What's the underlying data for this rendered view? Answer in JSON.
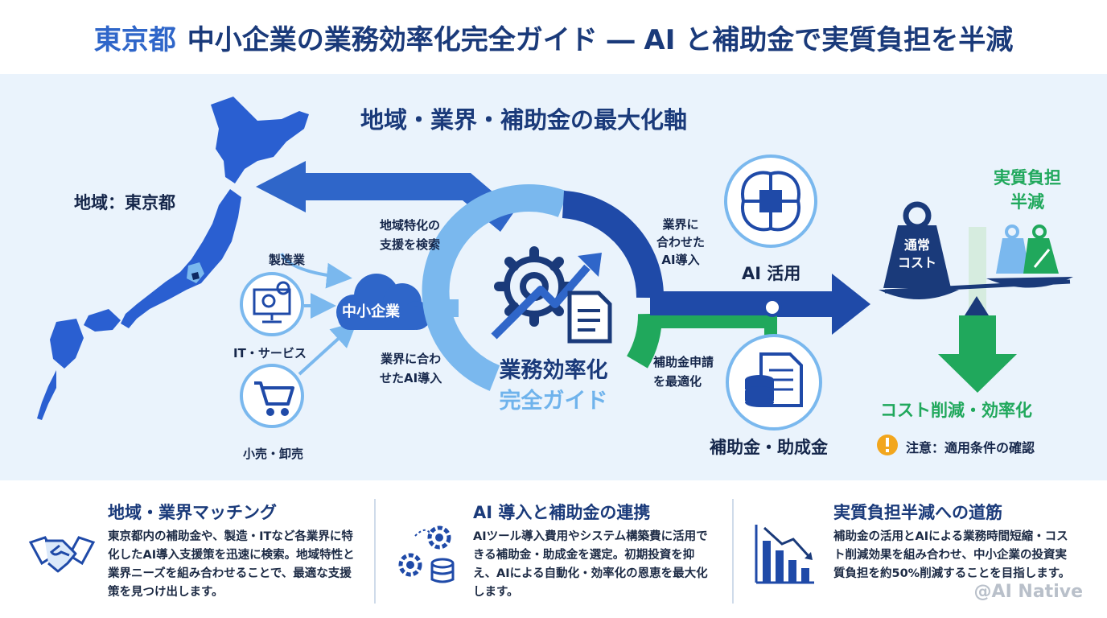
{
  "title": {
    "accent": "東京都",
    "main": "中小企業の業務効率化完全ガイド ― AI と補助金で実質負担を半減"
  },
  "diagram": {
    "heading": "地域・業界・補助金の最大化軸",
    "region_label": "地域：東京都",
    "industries": {
      "manufacturing": "製造業",
      "it": "IT・サービス",
      "retail": "小売・卸売"
    },
    "sme": "中小企業",
    "flow_upper": "地域特化の\n支援を検索",
    "flow_lower": "業界に合わ\nせたAI導入",
    "center_title": "業務効率化",
    "center_subtitle": "完全ガイド",
    "ai_flow": "業界に\n合わせた\nAI導入",
    "ai_label": "AI 活用",
    "subsidy_flow": "補助金申請\nを最適化",
    "subsidy_label": "補助金・助成金",
    "result_top": "実質負担\n半減",
    "normal_cost": "通常\nコスト",
    "result_bottom": "コスト削減・効率化",
    "caution": "注意：適用条件の確認"
  },
  "cards": [
    {
      "title": "地域・業界マッチング",
      "body": "東京都内の補助金や、製造・ITなど各業界に特化したAI導入支援策を迅速に検索。地域特性と業界ニーズを組み合わせることで、最適な支援策を見つけ出します。"
    },
    {
      "title": "AI 導入と補助金の連携",
      "body": "AIツール導入費用やシステム構築費に活用できる補助金・助成金を選定。初期投資を抑え、AIによる自動化・効率化の恩恵を最大化します。"
    },
    {
      "title": "実質負担半減への道筋",
      "body": "補助金の活用とAIによる業務時間短縮・コスト削減効果を組み合わせ、中小企業の投資実質負担を約50%削減することを目指します。"
    }
  ],
  "watermark": "@AI Native",
  "colors": {
    "navy": "#1a3a7a",
    "blue": "#2f66c9",
    "light_blue": "#6fb3ec",
    "green": "#20a85c",
    "panel": "#eaf3fc"
  }
}
